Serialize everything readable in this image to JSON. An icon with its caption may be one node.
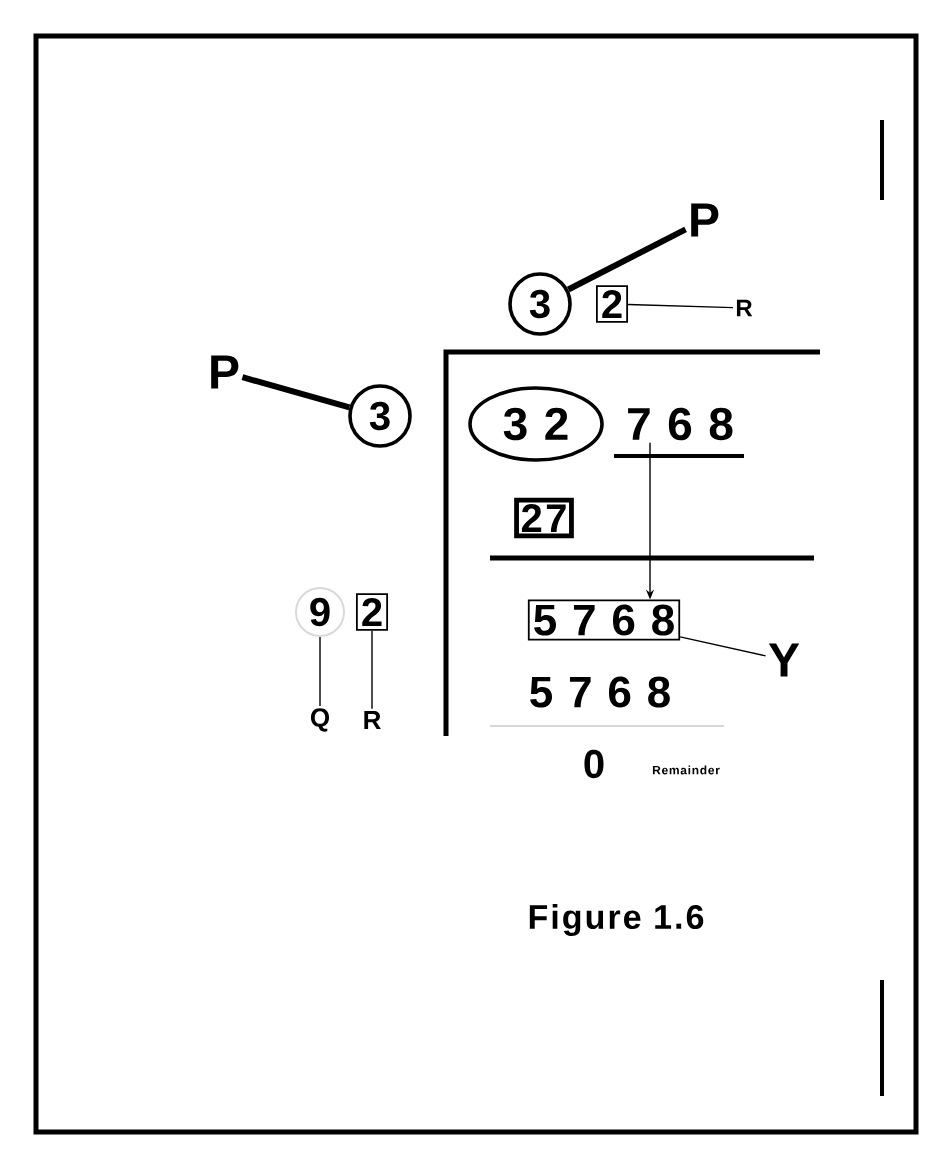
{
  "diagram": {
    "caption": "Figure 1.6",
    "nodes": [
      {
        "text": [
          "P"
        ]
      },
      {
        "text": [
          "3"
        ]
      },
      {
        "text": [
          "2"
        ]
      },
      {
        "text": [
          "R"
        ]
      },
      {
        "text": [
          "P"
        ]
      },
      {
        "text": [
          "3"
        ]
      },
      {
        "text": [
          "3 2"
        ]
      },
      {
        "text": [
          "7 6 8"
        ]
      },
      {
        "text": [
          "27"
        ]
      },
      {
        "text": [
          "5 7 6 8"
        ]
      },
      {
        "text": [
          "Y"
        ]
      },
      {
        "text": [
          "9"
        ]
      },
      {
        "text": [
          "2"
        ]
      },
      {
        "text": [
          "Q"
        ]
      },
      {
        "text": [
          "R"
        ]
      }
    ],
    "edges": [
      {
        "from": 0,
        "to": 1,
        "arrow": "none",
        "style": "thick"
      },
      {
        "from": 2,
        "to": 3,
        "arrow": "none"
      },
      {
        "from": 4,
        "to": 5,
        "arrow": "none",
        "style": "thick"
      },
      {
        "from": 7,
        "to": 9,
        "arrow": "to"
      },
      {
        "from": 9,
        "to": 10,
        "arrow": "none"
      },
      {
        "from": 11,
        "to": 13,
        "arrow": "none"
      },
      {
        "from": 12,
        "to": 14,
        "arrow": "none"
      }
    ],
    "labels": [
      "5 7 6 8",
      "0",
      "Remainder"
    ]
  }
}
